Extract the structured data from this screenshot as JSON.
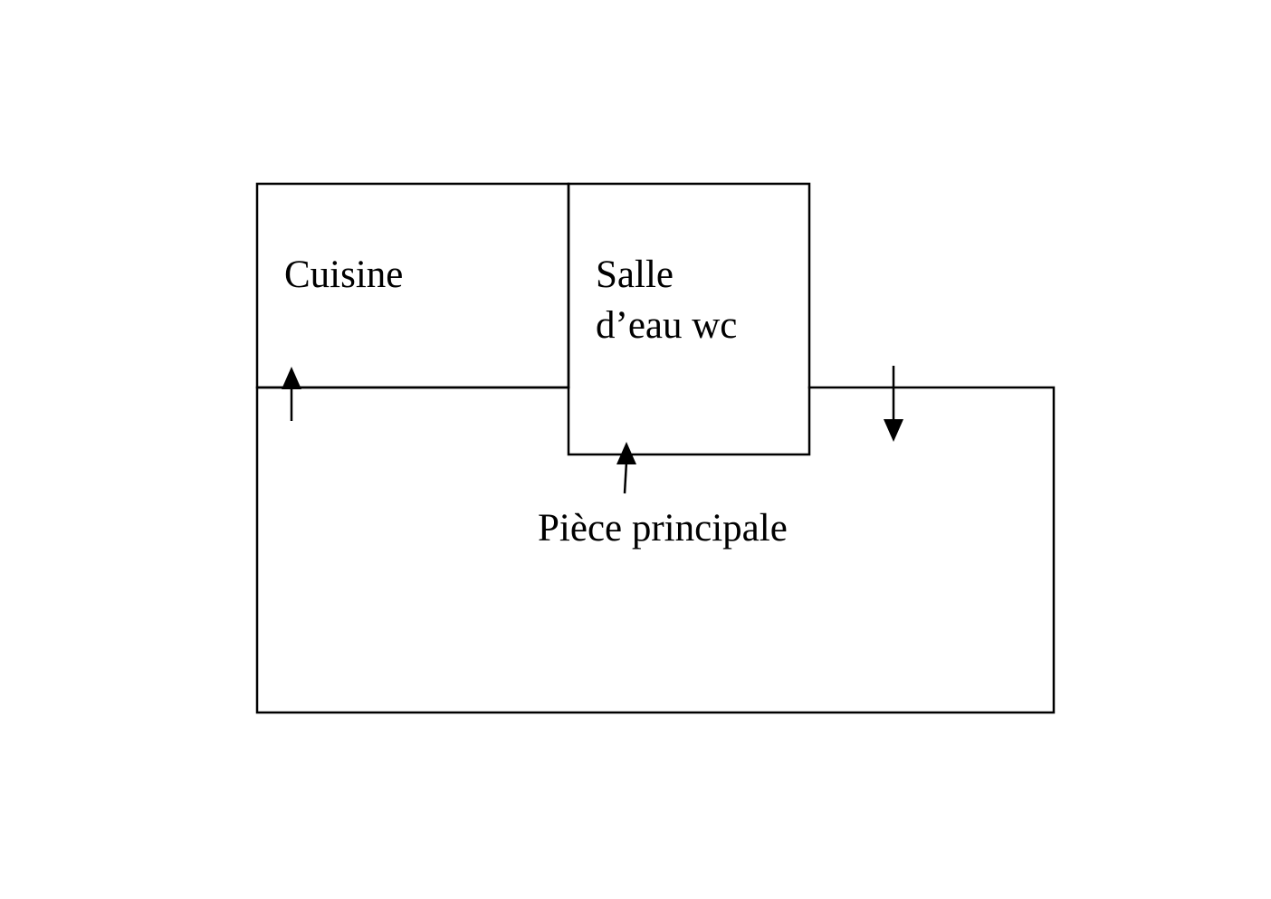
{
  "rooms": {
    "kitchen": {
      "label": "Cuisine"
    },
    "bathroom": {
      "label_line1": "Salle",
      "label_line2": "d’eau wc"
    },
    "main_room": {
      "label": "Pièce principale"
    }
  },
  "door_arrows": [
    {
      "room": "kitchen",
      "direction": "up"
    },
    {
      "room": "bathroom",
      "direction": "up"
    },
    {
      "room": "main_room",
      "direction": "down"
    }
  ],
  "colors": {
    "line": "#000000",
    "background": "#ffffff"
  }
}
